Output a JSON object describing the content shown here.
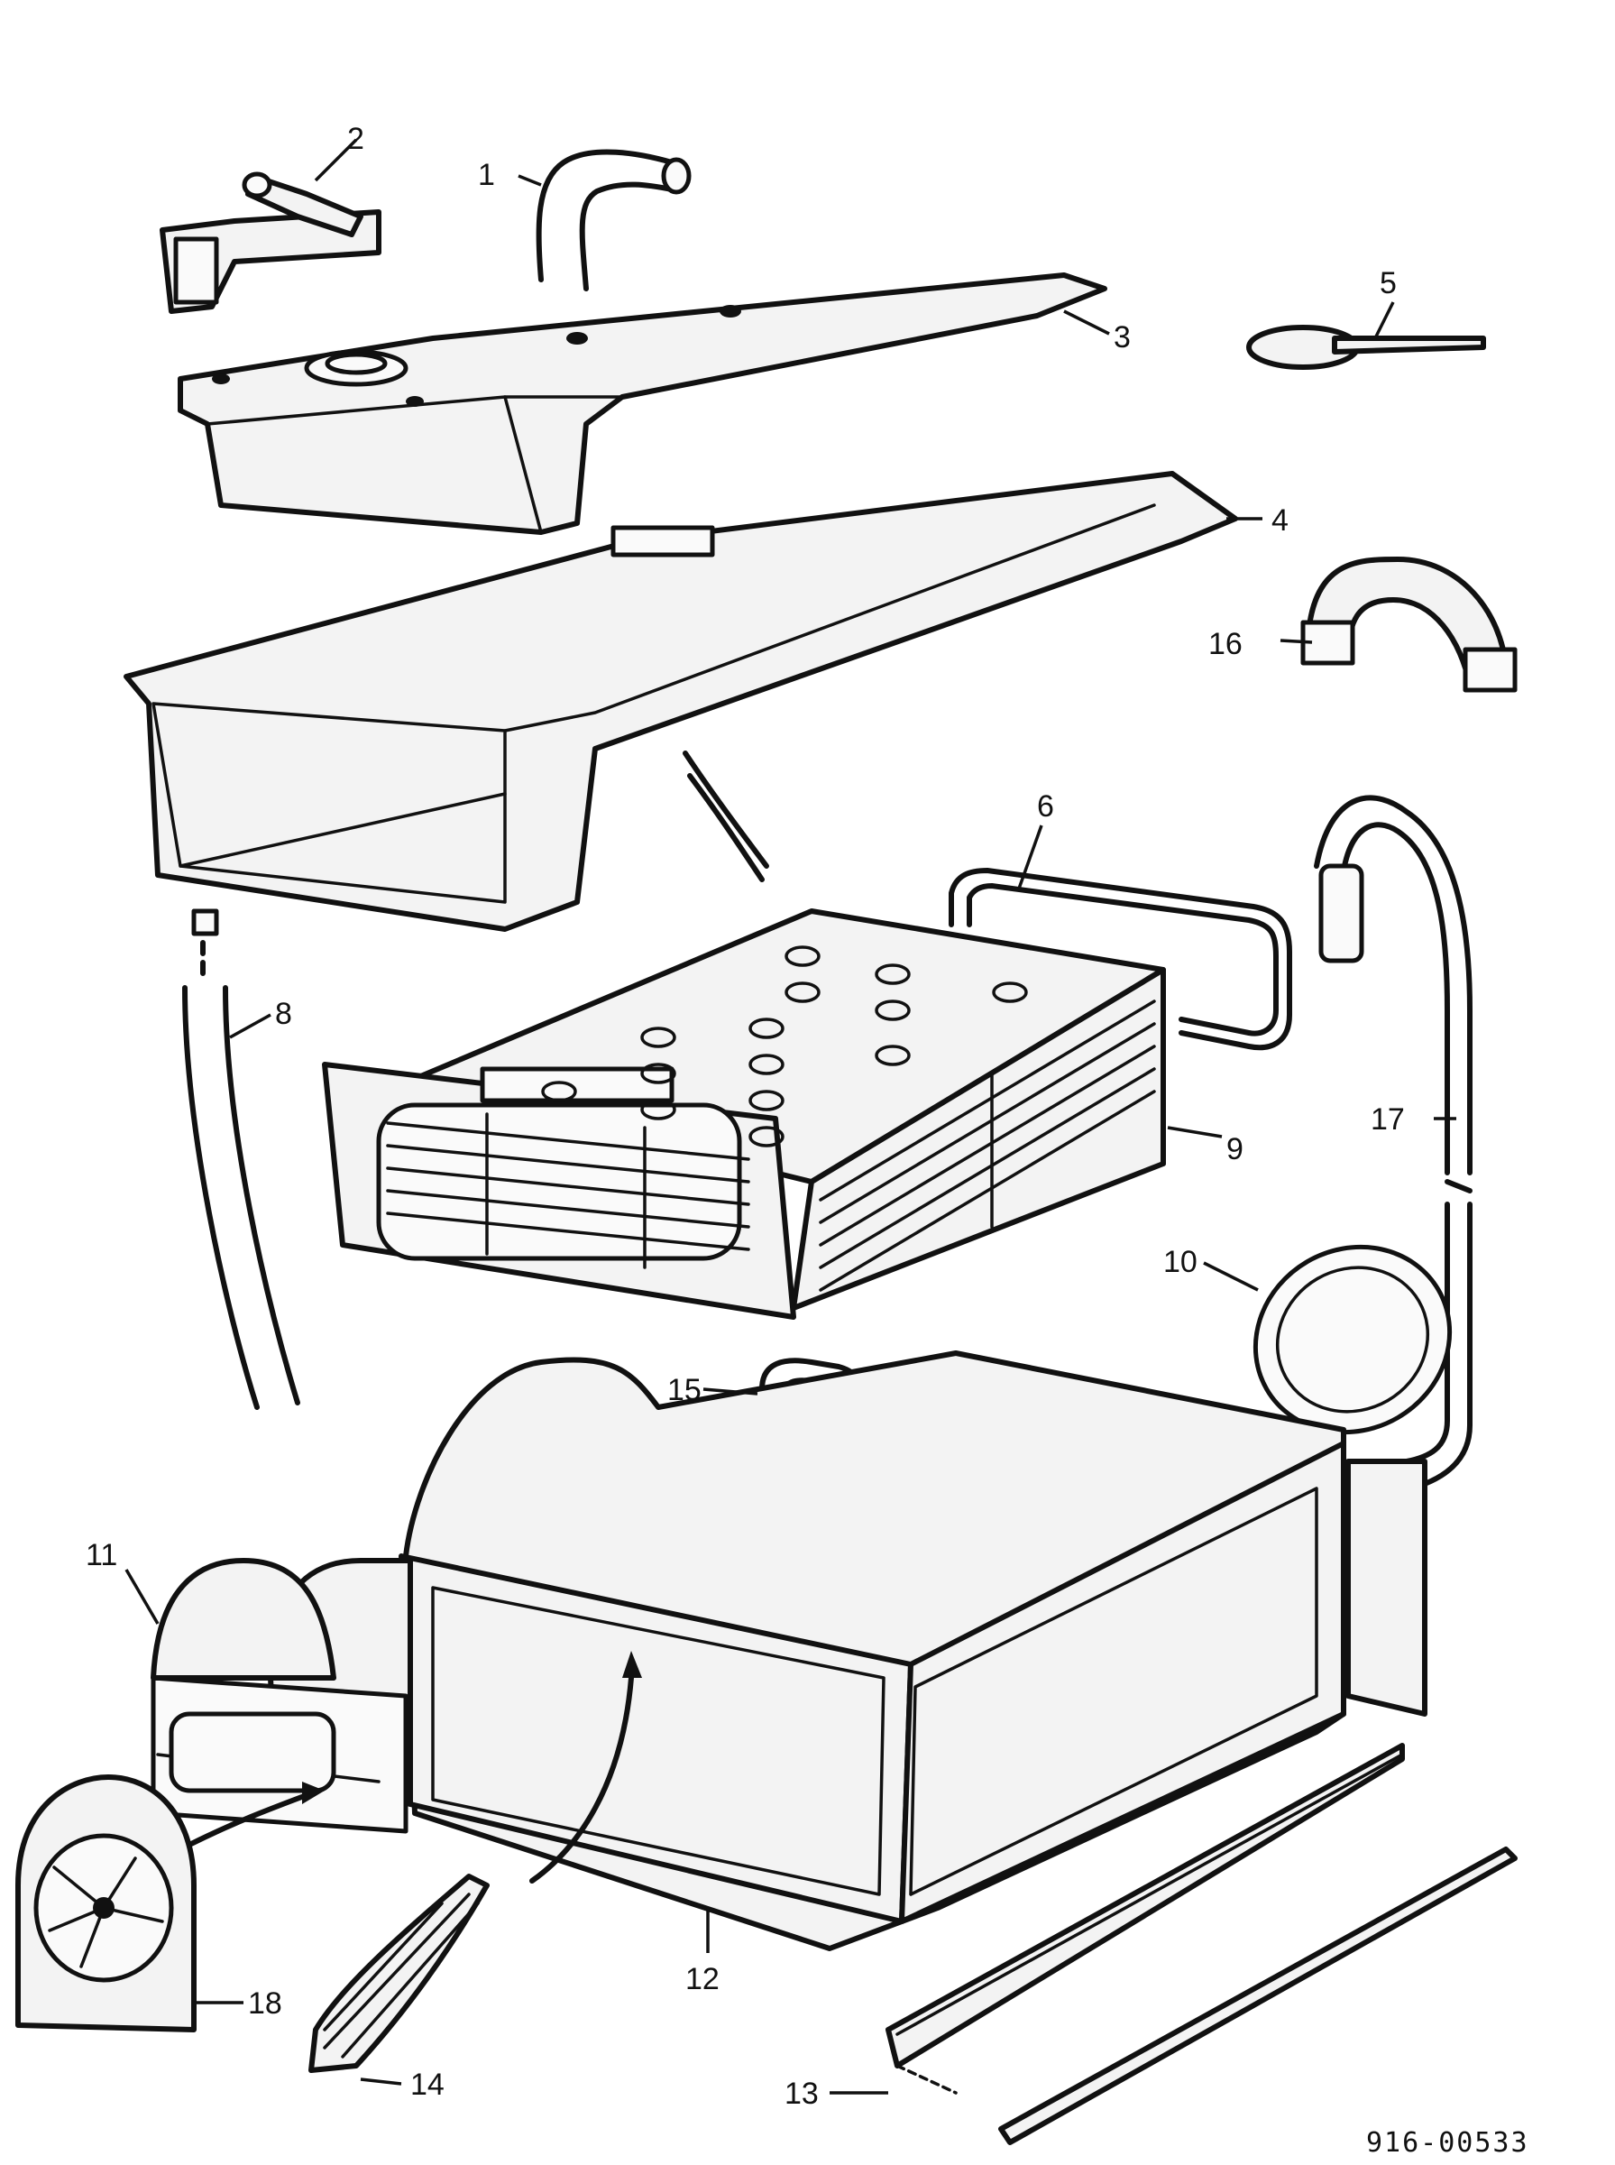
{
  "callouts": [
    "1",
    "2",
    "3",
    "4",
    "5",
    "6",
    "8",
    "9",
    "10",
    "11",
    "12",
    "13",
    "14",
    "15",
    "16",
    "17",
    "18"
  ],
  "reference_number": "916-00533",
  "colors": {
    "ink": "#111111",
    "paper": "#ffffff",
    "fill": "#f3f3f3"
  }
}
